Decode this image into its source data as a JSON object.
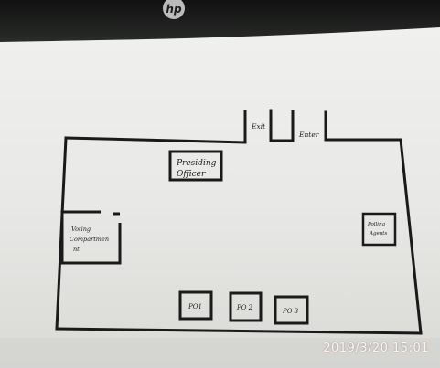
{
  "monitor": {
    "logo": "hp"
  },
  "floor_plan": {
    "entrance_labels": {
      "exit": "Exit",
      "enter": "Enter"
    },
    "rooms": {
      "presiding_officer": {
        "line1": "Presiding",
        "line2": "Officer"
      },
      "voting_compartment": {
        "line1": "Voting",
        "line2": "Compartmen",
        "line3": "nt"
      },
      "polling_agents": {
        "line1": "Polling",
        "line2": "Agents"
      },
      "po1": "PO1",
      "po2": "PO 2",
      "po3": "PO 3"
    }
  },
  "timestamp": "2019/3/20  15:01",
  "colors": {
    "ink": "#1a1a1a",
    "paper": "#e9e9e7",
    "monitor_bezel": "#1c1d1c",
    "timestamp": "#fff3ea"
  }
}
